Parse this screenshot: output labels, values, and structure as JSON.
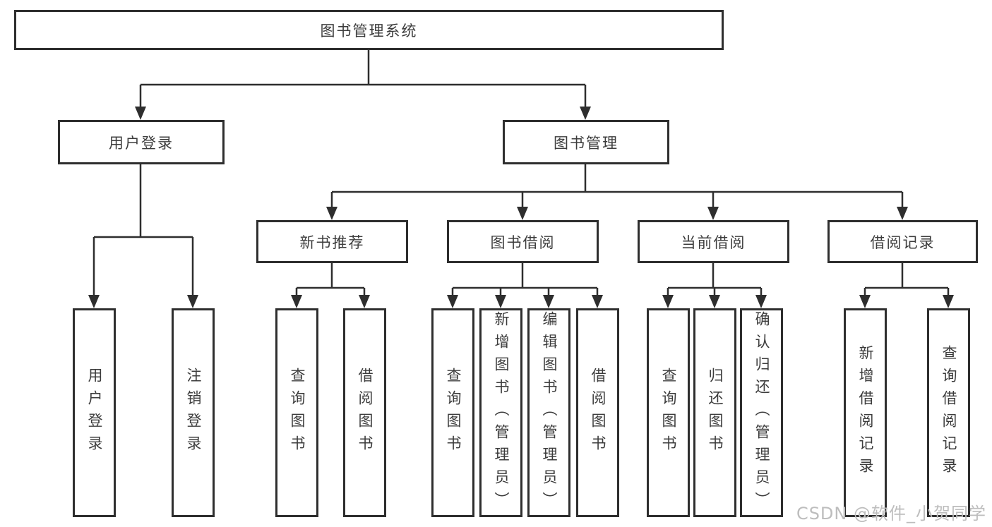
{
  "diagram_type": "function-structure-tree",
  "tree": {
    "label": "图书管理系统",
    "children": [
      {
        "label": "用户登录",
        "children": [
          {
            "label": "用户登录"
          },
          {
            "label": "注销登录"
          }
        ]
      },
      {
        "label": "图书管理",
        "children": [
          {
            "label": "新书推荐",
            "children": [
              {
                "label": "查询图书"
              },
              {
                "label": "借阅图书"
              }
            ]
          },
          {
            "label": "图书借阅",
            "children": [
              {
                "label": "查询图书"
              },
              {
                "label": "新增图书（管理员）"
              },
              {
                "label": "编辑图书（管理员）"
              },
              {
                "label": "借阅图书"
              }
            ]
          },
          {
            "label": "当前借阅",
            "children": [
              {
                "label": "查询图书"
              },
              {
                "label": "归还图书"
              },
              {
                "label": "确认归还（管理员）"
              }
            ]
          },
          {
            "label": "借阅记录",
            "children": [
              {
                "label": "新增借阅记录"
              },
              {
                "label": "查询借阅记录"
              }
            ]
          }
        ]
      }
    ]
  },
  "watermark": "CSDN @软件_小贺同学",
  "colors": {
    "line": "#2e2e2e",
    "box_border": "#2e2e2e",
    "text": "#3c3c3c",
    "watermark": "#bdbdbd",
    "background": "#ffffff"
  }
}
